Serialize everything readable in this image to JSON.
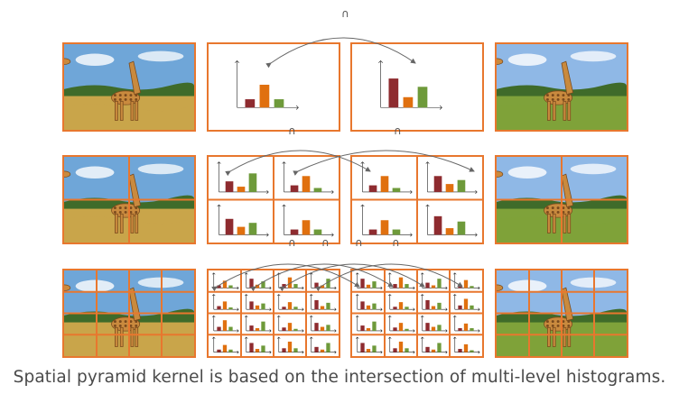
{
  "caption": "Spatial pyramid kernel is based on the intersection of multi-level histograms.",
  "intersection_symbol": "∩",
  "colors": {
    "frame": "#e8772e",
    "bar_dark_red": "#8e2b2f",
    "bar_orange": "#e0700f",
    "bar_green": "#6e9a3a",
    "arc": "#666666"
  },
  "levels": [
    {
      "name": "level-0",
      "grid": 1
    },
    {
      "name": "level-1",
      "grid": 2
    },
    {
      "name": "level-2",
      "grid": 4
    }
  ],
  "images": [
    {
      "name": "giraffe-savanna-dry-grass",
      "sky": "#6fa6d8",
      "ground": "#c9a54a"
    },
    {
      "name": "giraffe-savanna-green-grass",
      "sky": "#8fb8e6",
      "ground": "#7fa23a"
    }
  ]
}
